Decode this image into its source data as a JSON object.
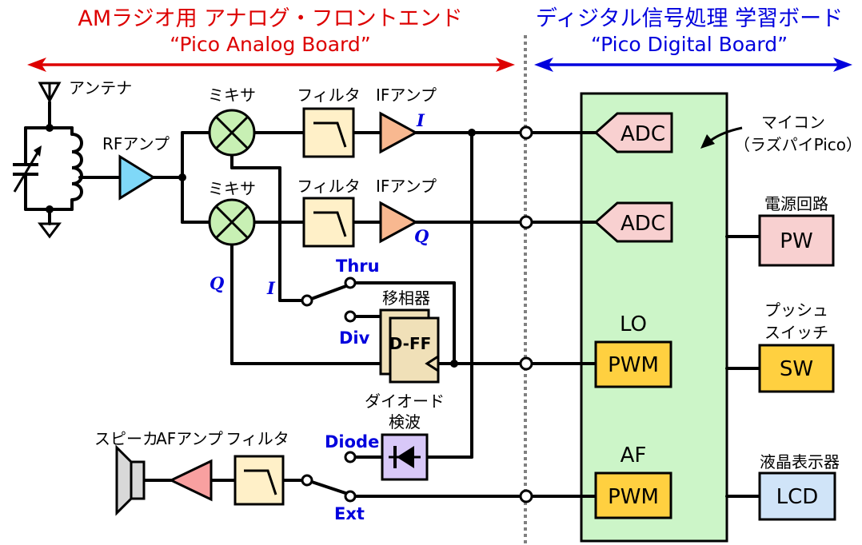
{
  "header": {
    "analog_title": "AMラジオ用 アナログ・フロントエンド",
    "analog_subtitle": "“Pico Analog Board”",
    "digital_title": "ディジタル信号処理 学習ボード",
    "digital_subtitle": "“Pico Digital Board”"
  },
  "labels": {
    "antenna": "アンテナ",
    "rf_amp": "RFアンプ",
    "mixer_1": "ミキサ",
    "mixer_2": "ミキサ",
    "filter_1": "フィルタ",
    "filter_2": "フィルタ",
    "filter_3": "フィルタ",
    "if_amp_1": "IFアンプ",
    "if_amp_2": "IFアンプ",
    "i_out": "I",
    "q_out": "Q",
    "q_in": "Q",
    "i_in": "I",
    "thru": "Thru",
    "div": "Div",
    "phase_shifter": "移相器",
    "dff": "D-FF",
    "diode_det_1": "ダイオード",
    "diode_det_2": "検波",
    "diode": "Diode",
    "ext": "Ext",
    "speaker": "スピーカ",
    "af_amp": "AFアンプ",
    "mcu_1": "マイコン",
    "mcu_2": "（ラズパイPico）",
    "adc_1": "ADC",
    "adc_2": "ADC",
    "lo": "LO",
    "pwm_lo": "PWM",
    "af": "AF",
    "pwm_af": "PWM",
    "power_title": "電源回路",
    "pw": "PW",
    "push_1": "プッシュ",
    "push_2": "スイッチ",
    "sw": "SW",
    "lcd_title": "液晶表示器",
    "lcd": "LCD"
  },
  "colors": {
    "analog_accent": "#dd0000",
    "digital_accent": "#0000dd",
    "board_fill": "#ccf5c8",
    "mixer_fill": "#c8f0b4",
    "filter_fill": "#fff0c8",
    "if_amp_fill": "#f8b890",
    "rf_amp_fill": "#7fd8f8",
    "af_amp_fill": "#f8a0a0",
    "adc_fill": "#f8d0d0",
    "pwm_fill": "#ffd040",
    "pw_fill": "#f8d0d0",
    "sw_fill": "#ffd040",
    "lcd_fill": "#d0e4f8",
    "dff_fill": "#f0e0b8",
    "diode_fill": "#d8c8f8",
    "speaker_fill": "#d8d8d8"
  }
}
